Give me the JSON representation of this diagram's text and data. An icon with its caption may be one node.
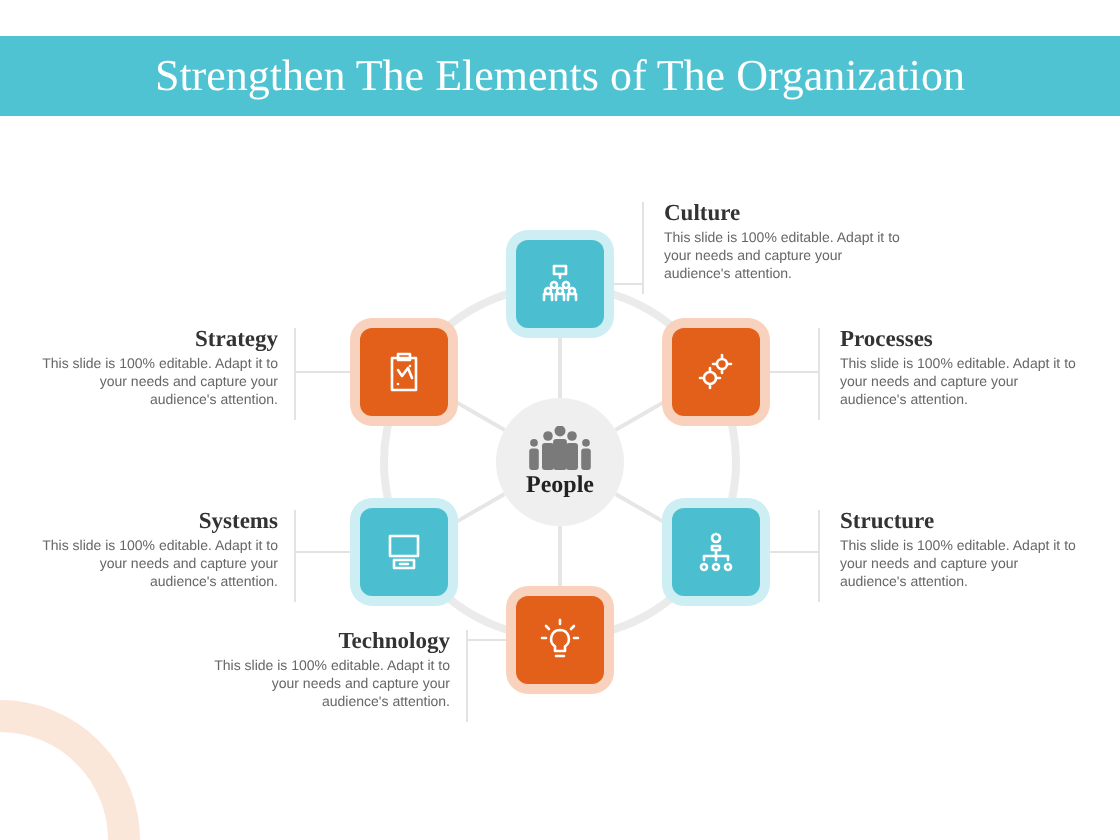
{
  "diagram": {
    "title": "Strengthen The Elements of The Organization",
    "nodes": [
      {
        "text": [
          "Culture",
          "This slide is 100% editable. Adapt it to your needs and capture your audience's attention."
        ]
      },
      {
        "text": [],
        "shape": "box"
      },
      {
        "text": [
          "Strategy",
          "This slide is 100% editable. Adapt it to your needs and capture your audience's attention."
        ]
      },
      {
        "text": [],
        "shape": "box"
      },
      {
        "text": [
          "Processes",
          "This slide is 100% editable. Adapt it to your needs and capture your audience's attention."
        ]
      },
      {
        "text": [],
        "shape": "box"
      },
      {
        "text": [
          "People"
        ]
      },
      {
        "text": [
          "Systems",
          "This slide is 100% editable. Adapt it to your needs and capture your audience's attention."
        ]
      },
      {
        "text": [],
        "shape": "box"
      },
      {
        "text": [
          "Structure",
          "This slide is 100% editable. Adapt it to your needs and capture your audience's attention."
        ]
      },
      {
        "text": [],
        "shape": "box"
      },
      {
        "text": [
          "Technology",
          "This slide is 100% editable. Adapt it to your needs and capture your audience's attention."
        ]
      },
      {
        "text": [],
        "shape": "box"
      }
    ],
    "edges": [
      {
        "from": 6,
        "to": 1,
        "arrow": "none"
      },
      {
        "from": 6,
        "to": 3,
        "arrow": "none"
      },
      {
        "from": 6,
        "to": 5,
        "arrow": "none"
      },
      {
        "from": 6,
        "to": 8,
        "arrow": "none"
      },
      {
        "from": 6,
        "to": 10,
        "arrow": "none"
      },
      {
        "from": 6,
        "to": 12,
        "arrow": "none"
      },
      {
        "from": 0,
        "to": 1,
        "arrow": "none"
      },
      {
        "from": 2,
        "to": 3,
        "arrow": "none"
      },
      {
        "from": 4,
        "to": 5,
        "arrow": "none"
      },
      {
        "from": 7,
        "to": 8,
        "arrow": "none"
      },
      {
        "from": 9,
        "to": 10,
        "arrow": "none"
      },
      {
        "from": 11,
        "to": 12,
        "arrow": "none"
      }
    ]
  }
}
